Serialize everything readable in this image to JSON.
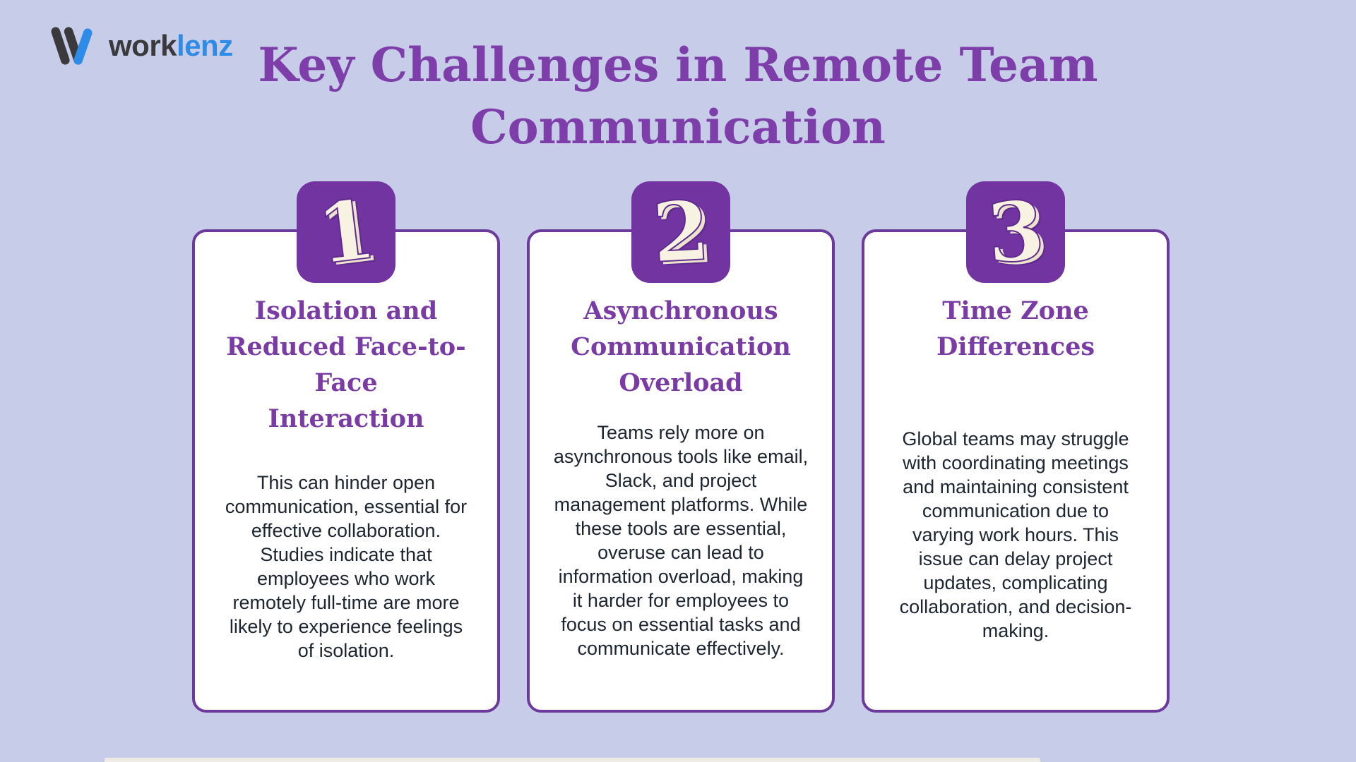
{
  "logo": {
    "work": "work",
    "lenz": "lenz"
  },
  "title": "Key Challenges in Remote Team\nCommunication",
  "cards": [
    {
      "number": "1",
      "heading": "Isolation and\nReduced Face-to-Face\nInteraction",
      "body": "This can hinder open\ncommunication, essential for\neffective collaboration.\nStudies indicate that\nemployees who work\nremotely full-time are more\nlikely to experience feelings\nof isolation."
    },
    {
      "number": "2",
      "heading": "Asynchronous\nCommunication\nOverload",
      "body": "Teams rely more on\nasynchronous tools like email,\nSlack, and project\nmanagement platforms. While\nthese tools are essential,\noveruse can lead to\ninformation overload, making\nit harder for employees to\nfocus on essential tasks and\ncommunicate effectively."
    },
    {
      "number": "3",
      "heading": "Time Zone\nDifferences",
      "body": "Global teams may struggle\nwith coordinating meetings\nand maintaining consistent\ncommunication due to\nvarying work hours. This\nissue can delay project\nupdates, complicating\ncollaboration, and decision-\nmaking."
    }
  ],
  "colors": {
    "background": "#c7cce9",
    "accent_purple": "#7d3ea9",
    "heading_purple": "#7a3ca4",
    "badge_purple": "#7134a0",
    "card_border": "#6b3a9b",
    "body_text": "#1d2531",
    "logo_dark": "#3a3a3c",
    "logo_blue": "#2e8ce8",
    "number_cream": "#f8f2e2"
  }
}
